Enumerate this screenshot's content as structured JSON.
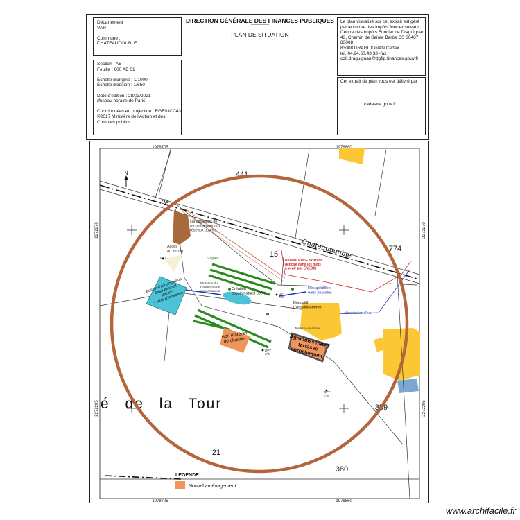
{
  "header": {
    "box1": {
      "lines": [
        "Département :",
        "VAR",
        "",
        "Commune :",
        "CHATEAUDOUBLE"
      ]
    },
    "center": {
      "title": "DIRECTION GÉNÉRALE DES FINANCES PUBLIQUES",
      "dashes": "-------------",
      "plan_title": "PLAN DE SITUATION",
      "dashes2": "-------------"
    },
    "right_top": {
      "lines": [
        "Le plan visualisé sur cet extrait est géré",
        "par le centre des impôts foncier suivant :",
        "Centre des Impôts Foncier de Draguignan",
        "43, Chemin de Sainte Barbe CS 30407",
        "83008",
        "83008 DRAGUIGNAN Cedex",
        "tél. 04.94.60.49.33 -fax",
        "cdif.draguignan@dgfip.finances.gouv.fr"
      ]
    },
    "box2": {
      "lines": [
        "Section : AB",
        "Feuille : 000 AB 01",
        "",
        "Échelle d'origine : 1/1000",
        "Échelle d'édition : 1/650",
        "",
        "Date d'édition : 28/03/2021",
        "(fuseau horaire de Paris)",
        "",
        "Coordonnées en projection : RGF93CC43",
        "©2017 Ministère de l'Action et des",
        "Comptes publics"
      ]
    },
    "right_bottom": {
      "line1": "Cet extrait de plan vous est délivré par :",
      "line2": "cadastre.gouv.fr"
    }
  },
  "map": {
    "coords": {
      "top_left": "1978705",
      "top_right": "1978860",
      "bottom_left": "1978705",
      "bottom_right": "1978860",
      "left_top": "2272270",
      "left_bottom": "2272205",
      "right_top": "2272270",
      "right_bottom": "2272205"
    },
    "north": "N",
    "road_prefix": "de",
    "road_name": "Chateaudouble",
    "place_name": "é de la Tour",
    "parcels": [
      "441",
      "15",
      "774",
      "359",
      "21",
      "380"
    ],
    "annotations": {
      "canal": "canalisations de\nraccordement aux\nréseaux publics",
      "acces": "Accès\nau terrain",
      "vignes": "Vignes",
      "bassin_acc": "Bassin d'accumulation\nd'eau existant\n100 m³\n+ Pôle d'infiltration",
      "mutation": "Mutation du\nBâtiment aux\nconvenances",
      "creation": "Création\nbassin naturel 50 m³",
      "reseau": "Réseau ERDF existant\ndéposé dans les mois\nà venir par ENEDIS",
      "recup": "Récupération\neaux pluviales",
      "depot": "Dépositif\nd'assainissement",
      "aliment": "Alimentation d'eau",
      "terrasse": "Terrasse existante",
      "abri": "Abri matériel\nde chantier",
      "agrand": "Agrandissement\nterrasse\nenrochement"
    },
    "opt_labels": [
      "OPT",
      "OPT\nn°3",
      "OPT\nn°4",
      "OPT\nn°2",
      "OPT\nn°5"
    ],
    "legend": {
      "title": "LEGENDE",
      "item": "Nouvel aménagement",
      "swatch_color": "#f0955a"
    }
  },
  "watermark": "www.archifacile.fr",
  "colors": {
    "orange_circle": "#b5653a",
    "building_yellow": "#fbc735",
    "basin_cyan": "#4cc3d6",
    "vines_green": "#2a8a1f",
    "salmon": "#f0955a",
    "brown_path": "#a86a3a"
  }
}
